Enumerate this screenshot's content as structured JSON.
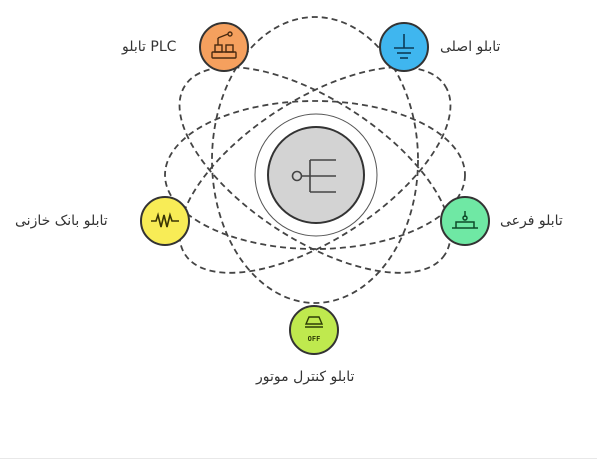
{
  "diagram": {
    "hub": {
      "icon": "tree-branch-icon",
      "fill": "#d3d3d3"
    },
    "nodes": [
      {
        "id": "plc",
        "label": "تابلو PLC",
        "icon": "robot-arm-icon",
        "fill": "#f5a05e",
        "stroke": "#c96b22"
      },
      {
        "id": "main",
        "label": "تابلو اصلی",
        "icon": "ground-icon",
        "fill": "#3fb6ef",
        "stroke": "#1a7fb3"
      },
      {
        "id": "capacitor",
        "label": "تابلو بانک خازنی",
        "icon": "resistor-icon",
        "fill": "#f8ec56",
        "stroke": "#b6a91c"
      },
      {
        "id": "sub",
        "label": "تابلو فرعی",
        "icon": "distribution-icon",
        "fill": "#6fe8a4",
        "stroke": "#2aa563"
      },
      {
        "id": "motor",
        "label": "تابلو کنترل موتور",
        "icon": "off-switch-icon",
        "fill": "#bfe94e",
        "stroke": "#7ea81d"
      }
    ],
    "colors": {
      "orbit": "#444444",
      "node_border": "#333333",
      "text": "#333333"
    }
  }
}
